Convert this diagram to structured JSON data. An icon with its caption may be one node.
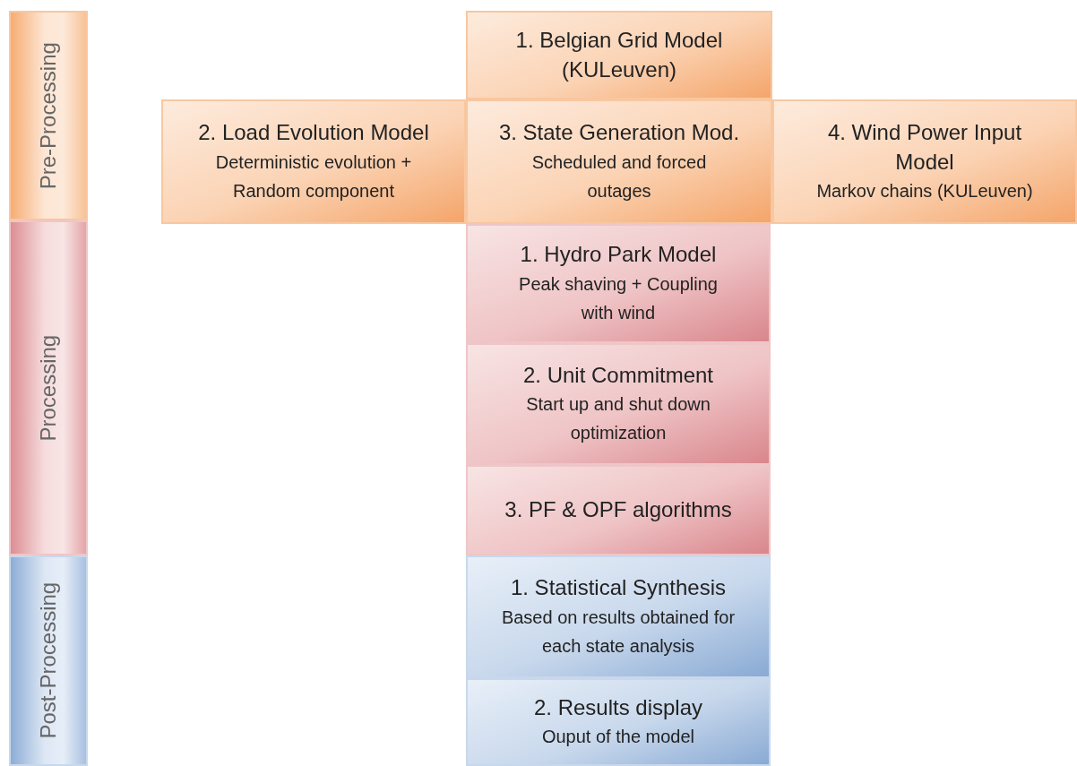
{
  "diagram": {
    "nodes": [
      {
        "text": [
          "Pre-Processing"
        ]
      },
      {
        "text": [
          "Processing"
        ]
      },
      {
        "text": [
          "Post-Processing"
        ]
      },
      {
        "text": [
          "1. Belgian Grid Model (KULeuven)"
        ]
      },
      {
        "text": [
          "2. Load Evolution Model",
          "Deterministic evolution + Random component"
        ]
      },
      {
        "text": [
          "3. State Generation Mod.",
          "Scheduled and forced outages"
        ]
      },
      {
        "text": [
          "4. Wind Power Input Model",
          "Markov chains (KULeuven)"
        ]
      },
      {
        "text": [
          "1. Hydro Park Model",
          "Peak shaving + Coupling with wind"
        ]
      },
      {
        "text": [
          "2. Unit Commitment",
          "Start up and shut down optimization"
        ]
      },
      {
        "text": [
          "3. PF & OPF algorithms"
        ]
      },
      {
        "text": [
          "1. Statistical Synthesis",
          "Based on results obtained for each state analysis"
        ]
      },
      {
        "text": [
          "2. Results display",
          "Ouput of the model"
        ]
      }
    ]
  }
}
